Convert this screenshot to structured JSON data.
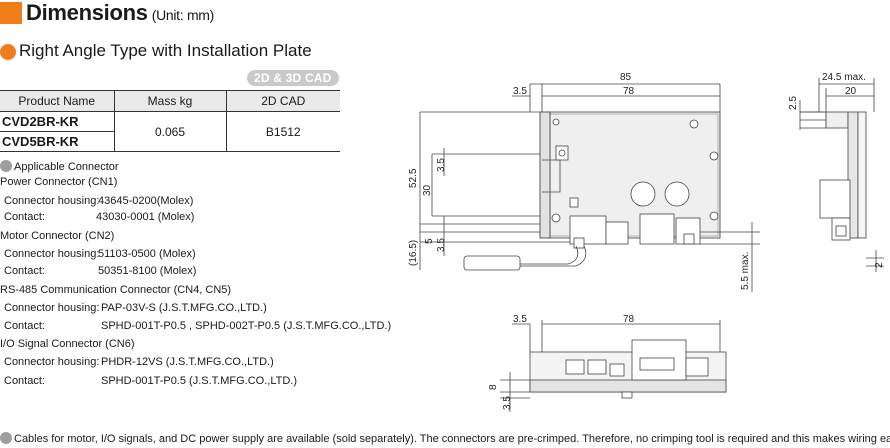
{
  "header": {
    "title": "Dimensions",
    "unit": "(Unit: mm)"
  },
  "section": {
    "title": "Right Angle Type with Installation Plate",
    "cad_badge": "2D & 3D CAD"
  },
  "table": {
    "columns": [
      "Product Name",
      "Mass kg",
      "2D CAD"
    ],
    "products": [
      "CVD2BR-KR",
      "CVD5BR-KR"
    ],
    "mass": "0.065",
    "cad": "B1512"
  },
  "connectors": {
    "heading": "Applicable Connector",
    "power": {
      "title": "Power Connector (CN1)",
      "housing_label": "Connector housing:",
      "housing": "43645-0200(Molex)",
      "contact_label": "Contact:",
      "contact": "43030-0001 (Molex)"
    },
    "motor": {
      "title": "Motor Connector (CN2)",
      "housing_label": "Connector housing:",
      "housing": "51103-0500 (Molex)",
      "contact_label": "Contact:",
      "contact": "50351-8100 (Molex)"
    },
    "rs485": {
      "title": "RS-485 Communication Connector (CN4, CN5)",
      "housing_label": "Connector housing:",
      "housing": "PAP-03V-S (J.S.T.MFG.CO.,LTD.)",
      "contact_label": "Contact:",
      "contact": "SPHD-001T-P0.5 , SPHD-002T-P0.5 (J.S.T.MFG.CO.,LTD.)"
    },
    "io": {
      "title": "I/O Signal Connector (CN6)",
      "housing_label": "Connector housing:",
      "housing": "PHDR-12VS (J.S.T.MFG.CO.,LTD.)",
      "contact_label": "Contact:",
      "contact": "SPHD-001T-P0.5 (J.S.T.MFG.CO.,LTD.)"
    }
  },
  "dims": {
    "front_top": {
      "total": "85",
      "offset": "3.5",
      "width": "78"
    },
    "front_left": {
      "height": "52.5",
      "inner": "30",
      "a": "3.5",
      "b": "5",
      "c": "3.5",
      "ref": "(16.5)"
    },
    "front_right": {
      "max": "5.5 max."
    },
    "side": {
      "max": "24.5 max.",
      "w": "20",
      "top": "2.5",
      "bottom": "2"
    },
    "bottom_view": {
      "offset": "3.5",
      "width": "78",
      "h": "8",
      "h2": "3.5"
    }
  },
  "footnote": "Cables for motor, I/O signals, and DC power supply are available (sold separately). The connectors are pre-crimped. Therefore, no crimping tool is required and this makes wiring easy."
}
